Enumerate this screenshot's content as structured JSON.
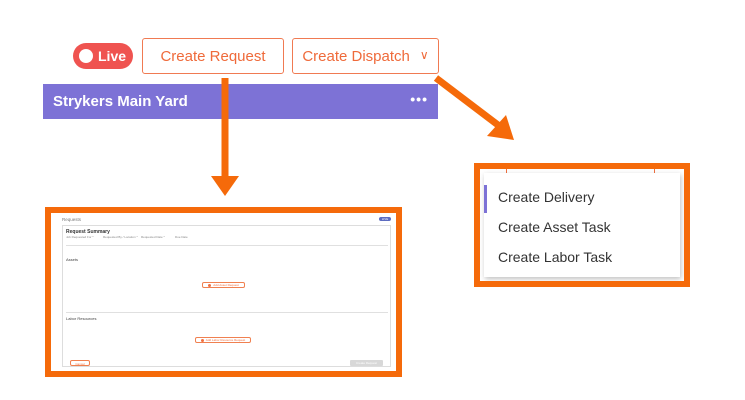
{
  "toolbar": {
    "live_label": "Live",
    "create_request_label": "Create Request",
    "create_dispatch_label": "Create Dispatch"
  },
  "yard": {
    "title": "Strykers Main Yard",
    "more": "•••"
  },
  "dispatch_menu": {
    "items": [
      "Create Delivery",
      "Create Asset Task",
      "Create Labor Task"
    ]
  },
  "request_panel": {
    "window_title": "Requests",
    "badge": "LIVE",
    "summary_title": "Request Summary",
    "fields": [
      "Job Requested For *",
      "Requested By / Location *",
      "Requested Date *",
      "Due Date"
    ],
    "assets_label": "Assets",
    "add_asset_label": "Add Asset Request",
    "labor_label": "Labor Resources",
    "add_labor_label": "Add Labor Resource Request",
    "cancel_label": "Cancel",
    "create_label": "Create Request"
  },
  "colors": {
    "accent": "#f56a0a",
    "brand_orange": "#ef6a3a",
    "live_red": "#ef5350",
    "header_purple": "#7d72d6"
  }
}
